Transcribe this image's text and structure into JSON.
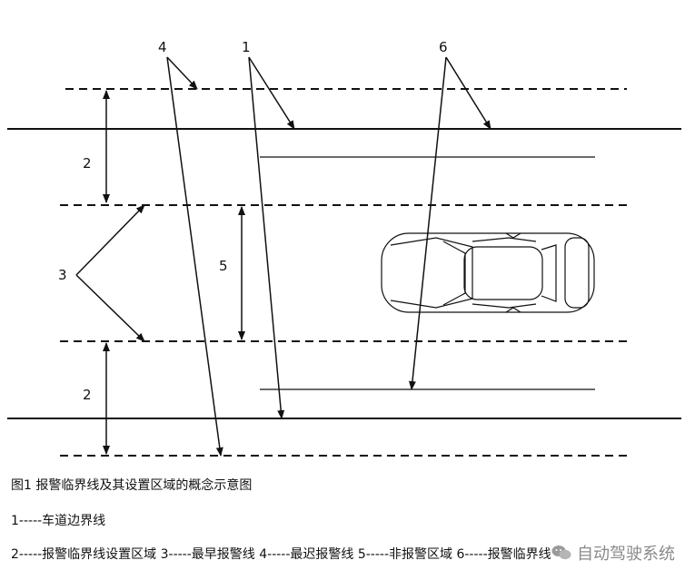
{
  "labels": {
    "n1": "1",
    "n2_top": "2",
    "n2_bottom": "2",
    "n3": "3",
    "n4": "4",
    "n5": "5",
    "n6": "6"
  },
  "caption": {
    "title": "图1 报警临界线及其设置区域的概念示意图",
    "line1": "1-----车道边界线",
    "line2": "2-----报警临界线设置区域 3-----最早报警线 4-----最迟报警线 5-----非报警区域 6-----报警临界线"
  },
  "watermark": {
    "text": "自动驾驶系统",
    "icon": "wechat-icon"
  }
}
